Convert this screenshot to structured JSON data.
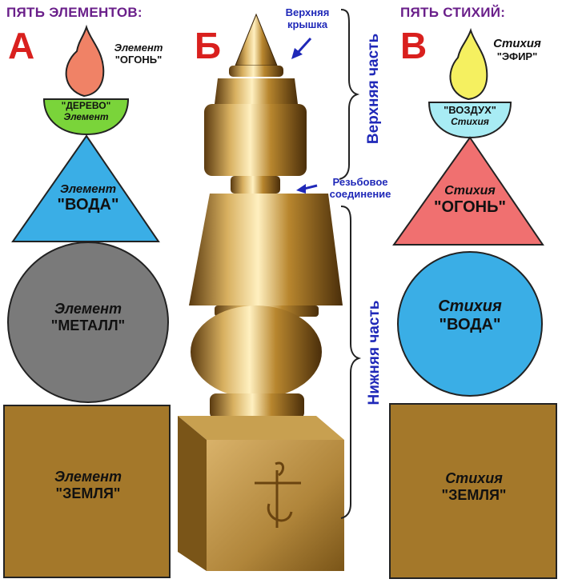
{
  "left": {
    "header": "ПЯТЬ ЭЛЕМЕНТОВ:",
    "letter": "А",
    "fire": {
      "line1": "Элемент",
      "line2": "\"ОГОНЬ\""
    },
    "wood": {
      "line1": "\"ДЕРЕВО\"",
      "line2": "Элемент"
    },
    "water": {
      "line1": "Элемент",
      "line2": "\"ВОДА\""
    },
    "metal": {
      "line1": "Элемент",
      "line2": "\"МЕТАЛЛ\""
    },
    "earth": {
      "line1": "Элемент",
      "line2": "\"ЗЕМЛЯ\""
    }
  },
  "middle": {
    "letter": "Б",
    "top_cap": {
      "line1": "Верхняя",
      "line2": "крышка"
    },
    "threaded": {
      "line1": "Резьбовое",
      "line2": "соединение"
    },
    "upper_part": "Верхняя часть",
    "lower_part": "Нижняя часть"
  },
  "right": {
    "header": "ПЯТЬ СТИХИЙ:",
    "letter": "В",
    "ether": {
      "line1": "Стихия",
      "line2": "\"ЭФИР\""
    },
    "air": {
      "line1": "\"ВОЗДУХ\"",
      "line2": "Стихия"
    },
    "fire": {
      "line1": "Стихия",
      "line2": "\"ОГОНЬ\""
    },
    "water": {
      "line1": "Стихия",
      "line2": "\"ВОДА\""
    },
    "earth": {
      "line1": "Стихия",
      "line2": "\"ЗЕМЛЯ\""
    }
  },
  "colors": {
    "header": "#6a1f8a",
    "letter": "#d9201e",
    "annotation": "#1f28b8",
    "earth": "#a4782a",
    "metal": "#7a7a7a",
    "water": "#3aaee6",
    "wood": "#7ad43a",
    "fire_left": "#f08266",
    "fire_right": "#f07070",
    "air": "#a8ecf4",
    "ether": "#f5f060",
    "stupa": "#b8862e"
  }
}
